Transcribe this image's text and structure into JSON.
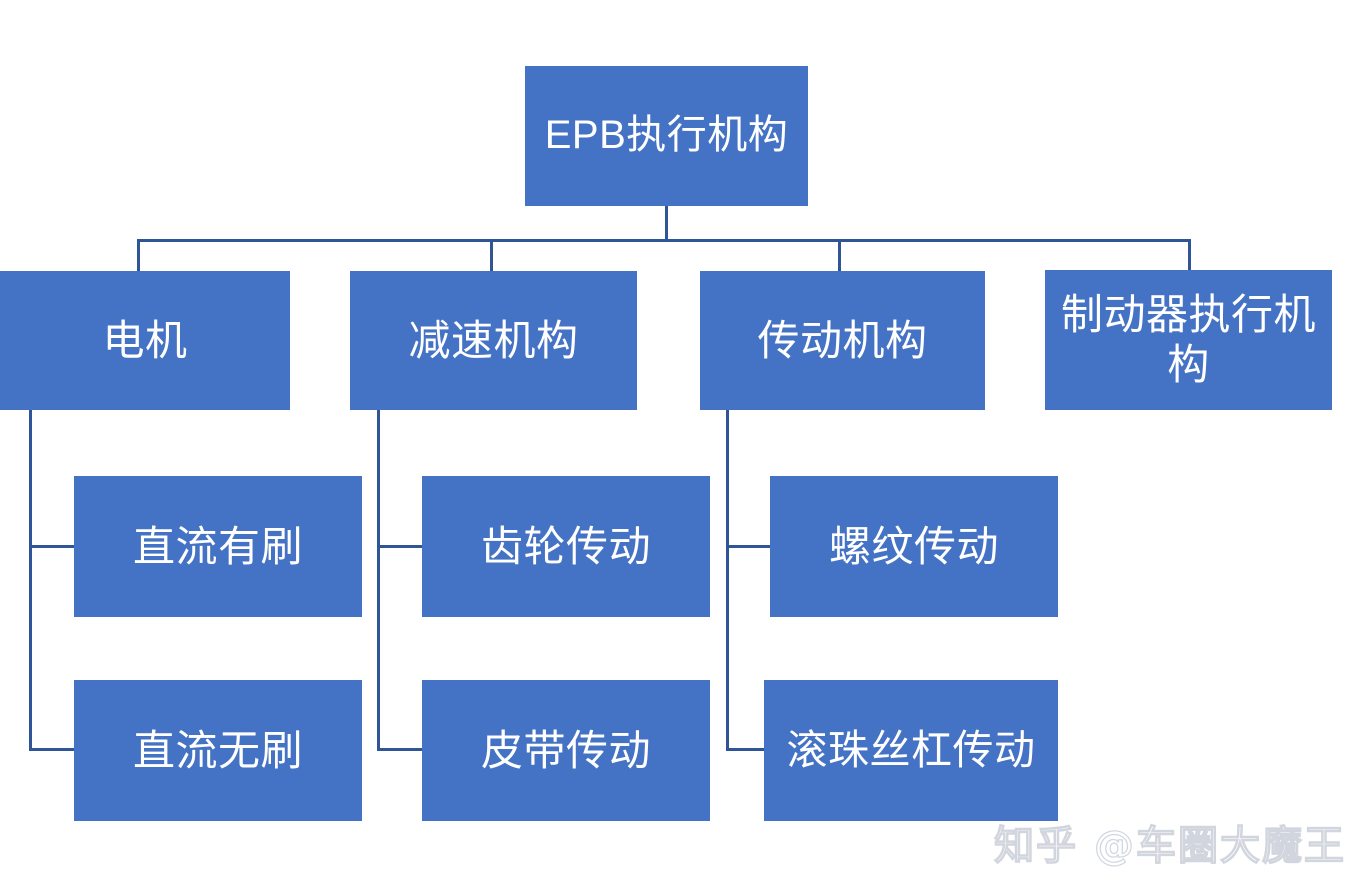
{
  "diagram": {
    "type": "org-chart",
    "title_node": "EPB执行机构",
    "colors": {
      "node_fill": "#4472C4",
      "node_text": "#FFFFFF",
      "connector": "#2F5597",
      "background": "#FFFFFF",
      "watermark": "#C9CED8"
    },
    "root": {
      "label": "EPB执行机构"
    },
    "level2": [
      {
        "label": "电机"
      },
      {
        "label": "减速机构"
      },
      {
        "label": "传动机构"
      },
      {
        "label": "制动器执行机构"
      }
    ],
    "level3": [
      {
        "label": "直流有刷"
      },
      {
        "label": "齿轮传动"
      },
      {
        "label": "螺纹传动"
      },
      {
        "label": "直流无刷"
      },
      {
        "label": "皮带传动"
      },
      {
        "label": "滚珠丝杠传动"
      }
    ]
  },
  "watermark": {
    "text": "知乎 @车圈大魔王"
  }
}
